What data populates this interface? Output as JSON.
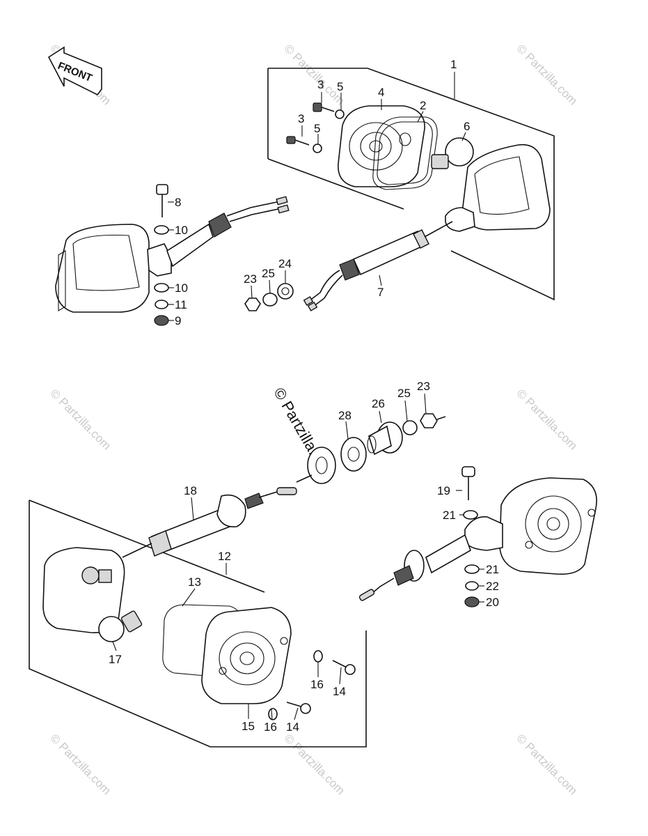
{
  "front_label": "FRONT",
  "watermark": "© Partzilla.com",
  "callouts": [
    "1",
    "2",
    "3",
    "3",
    "4",
    "5",
    "5",
    "6",
    "7",
    "8",
    "9",
    "10",
    "10",
    "11",
    "23",
    "25",
    "24",
    "28",
    "26",
    "25",
    "23",
    "18",
    "12",
    "13",
    "17",
    "15",
    "16",
    "14",
    "16",
    "14",
    "19",
    "21",
    "21",
    "22",
    "20"
  ]
}
